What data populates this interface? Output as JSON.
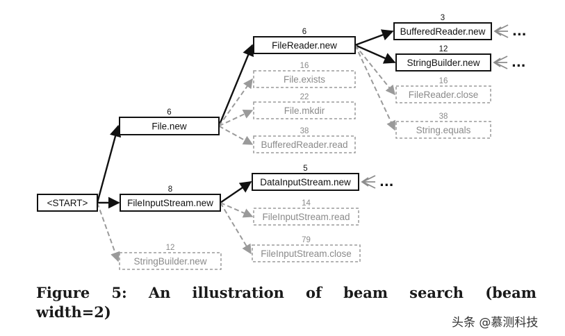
{
  "nodes": {
    "start": {
      "label": "<START>",
      "score": "",
      "status": "kept"
    },
    "file_new": {
      "label": "File.new",
      "score": "6",
      "status": "kept"
    },
    "fis_new": {
      "label": "FileInputStream.new",
      "score": "8",
      "status": "kept"
    },
    "sb_new_root": {
      "label": "StringBuilder.new",
      "score": "12",
      "status": "pruned"
    },
    "fr_new": {
      "label": "FileReader.new",
      "score": "6",
      "status": "kept"
    },
    "file_exists": {
      "label": "File.exists",
      "score": "16",
      "status": "pruned"
    },
    "file_mkdir": {
      "label": "File.mkdir",
      "score": "22",
      "status": "pruned"
    },
    "br_read": {
      "label": "BufferedReader.read",
      "score": "38",
      "status": "pruned"
    },
    "dis_new": {
      "label": "DataInputStream.new",
      "score": "5",
      "status": "kept"
    },
    "fis_read": {
      "label": "FileInputStream.read",
      "score": "14",
      "status": "pruned"
    },
    "fis_close": {
      "label": "FileInputStream.close",
      "score": "79",
      "status": "pruned"
    },
    "br_new": {
      "label": "BufferedReader.new",
      "score": "3",
      "status": "kept"
    },
    "sb_new": {
      "label": "StringBuilder.new",
      "score": "12",
      "status": "kept"
    },
    "fr_close": {
      "label": "FileReader.close",
      "score": "16",
      "status": "pruned"
    },
    "str_equals": {
      "label": "String.equals",
      "score": "38",
      "status": "pruned"
    }
  },
  "edges": [
    {
      "from": "start",
      "to": "file_new",
      "status": "kept"
    },
    {
      "from": "start",
      "to": "fis_new",
      "status": "kept"
    },
    {
      "from": "start",
      "to": "sb_new_root",
      "status": "pruned"
    },
    {
      "from": "file_new",
      "to": "fr_new",
      "status": "kept"
    },
    {
      "from": "file_new",
      "to": "file_exists",
      "status": "pruned"
    },
    {
      "from": "file_new",
      "to": "file_mkdir",
      "status": "pruned"
    },
    {
      "from": "file_new",
      "to": "br_read",
      "status": "pruned"
    },
    {
      "from": "fis_new",
      "to": "dis_new",
      "status": "kept"
    },
    {
      "from": "fis_new",
      "to": "fis_read",
      "status": "pruned"
    },
    {
      "from": "fis_new",
      "to": "fis_close",
      "status": "pruned"
    },
    {
      "from": "fr_new",
      "to": "br_new",
      "status": "kept"
    },
    {
      "from": "fr_new",
      "to": "sb_new",
      "status": "kept"
    },
    {
      "from": "fr_new",
      "to": "fr_close",
      "status": "pruned"
    },
    {
      "from": "fr_new",
      "to": "str_equals",
      "status": "pruned"
    }
  ],
  "continuations": [
    {
      "node": "br_new",
      "ellipsis": "..."
    },
    {
      "node": "sb_new",
      "ellipsis": "..."
    },
    {
      "node": "dis_new",
      "ellipsis": "..."
    }
  ],
  "colors": {
    "kept": "#111111",
    "pruned": "#9a9a9a",
    "continuation": "#8c8c8c"
  },
  "caption": {
    "line1": "Figure 5: An illustration of beam search (beam",
    "line2": "width=2)"
  },
  "watermark": "头条 @慕测科技"
}
